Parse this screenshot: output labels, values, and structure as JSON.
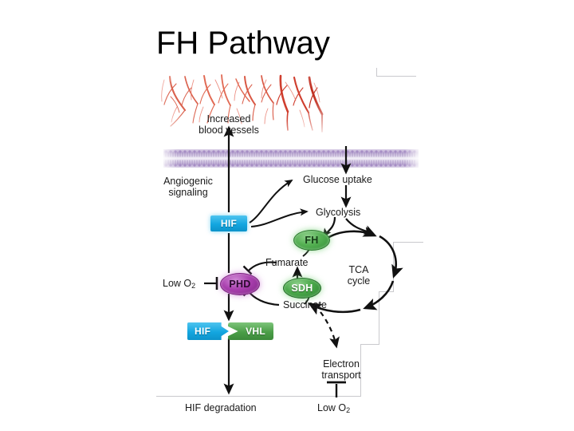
{
  "slide": {
    "title": "FH Pathway",
    "background_color": "#ffffff"
  },
  "figure": {
    "membrane": {
      "name": "plasma membrane lipid bilayer",
      "color": "#b9a8cd"
    },
    "vessels": {
      "name": "increased blood vessels illustration",
      "color": "#e04b3a",
      "caption_line1": "Increased",
      "caption_line2": "blood vessels"
    },
    "labels": {
      "angiogenic_line1": "Angiogenic",
      "angiogenic_line2": "signaling",
      "glucose_uptake": "Glucose uptake",
      "glycolysis": "Glycolysis",
      "fumarate": "Fumarate",
      "succinate": "Succinate",
      "tca_line1": "TCA",
      "tca_line2": "cycle",
      "electron_line1": "Electron",
      "electron_line2": "transport",
      "hif_degradation": "HIF degradation",
      "low_o2_left": "Low O",
      "low_o2_left_sub": "2",
      "low_o2_bottom": "Low O",
      "low_o2_bottom_sub": "2"
    },
    "nodes": [
      {
        "id": "hif-top",
        "label": "HIF",
        "shape": "box",
        "color": "#13a6e0"
      },
      {
        "id": "fh",
        "label": "FH",
        "shape": "ellipse",
        "color": "#54b052"
      },
      {
        "id": "sdh",
        "label": "SDH",
        "shape": "ellipse",
        "color": "#49a849"
      },
      {
        "id": "phd",
        "label": "PHD",
        "shape": "ellipse",
        "color": "#a93fae"
      },
      {
        "id": "hif-complex",
        "label": "HIF",
        "shape": "puzzle",
        "color": "#13a6e0"
      },
      {
        "id": "vhl",
        "label": "VHL",
        "shape": "puzzle",
        "color": "#4b9e48"
      }
    ]
  }
}
